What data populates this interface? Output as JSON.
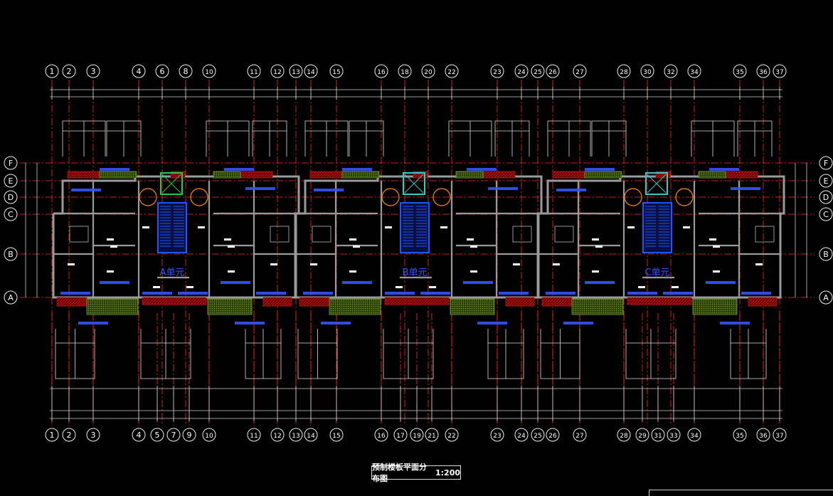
{
  "title": {
    "name": "预制楼板平面分布图",
    "scale": "1:200"
  },
  "grid_top": [
    "1",
    "2",
    "3",
    "4",
    "6",
    "8",
    "10",
    "11",
    "12",
    "13",
    "14",
    "15",
    "16",
    "18",
    "20",
    "22",
    "23",
    "24",
    "25",
    "26",
    "27",
    "28",
    "30",
    "32",
    "34",
    "35",
    "36",
    "37"
  ],
  "grid_bottom": [
    "1",
    "2",
    "3",
    "4",
    "5",
    "7",
    "9",
    "10",
    "11",
    "12",
    "13",
    "14",
    "15",
    "16",
    "17",
    "19",
    "21",
    "22",
    "23",
    "24",
    "25",
    "26",
    "27",
    "28",
    "29",
    "31",
    "33",
    "34",
    "35",
    "36",
    "37"
  ],
  "grid_rows": [
    "F",
    "E",
    "D",
    "C",
    "B",
    "A"
  ],
  "units": [
    "A单元",
    "B单元",
    "C单元"
  ],
  "colors": {
    "axis": "#ff2a2a",
    "wall": "#9a9a9a",
    "label": "#3355ff",
    "slab_red": "#cc1111",
    "slab_green": "#77aa22",
    "stair": "#2255ff",
    "cyan": "#33cccc"
  }
}
